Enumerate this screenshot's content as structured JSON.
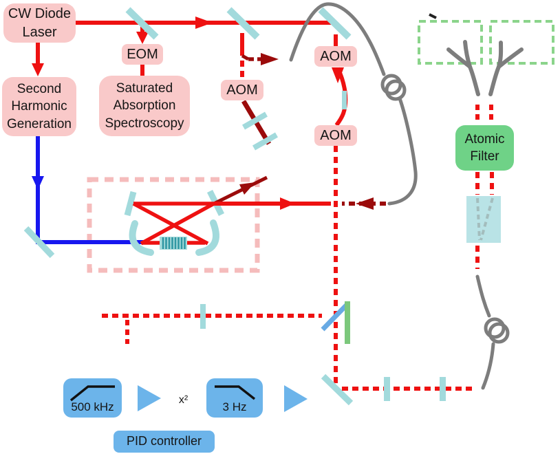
{
  "diagram": "laser-optics-setup",
  "components": {
    "laser": {
      "label": "CW Diode\nLaser"
    },
    "shg": {
      "label": "Second\nHarmonic\nGeneration"
    },
    "eom": {
      "label": "EOM"
    },
    "sas": {
      "label": "Saturated\nAbsorption\nSpectroscopy"
    },
    "aom_left": {
      "label": "AOM"
    },
    "aom_top_right": {
      "label": "AOM"
    },
    "aom_bottom_right": {
      "label": "AOM"
    },
    "atomic_filter": {
      "label": "Atomic\nFilter"
    },
    "highpass_filter": {
      "label": "500 kHz"
    },
    "lowpass_filter": {
      "label": "3 Hz"
    },
    "squarer": {
      "label": "x²"
    },
    "pid": {
      "label": "PID controller"
    }
  },
  "icons": {
    "mirror": "teal diagonal bar",
    "beamsplitter": "teal diagonal bar on through-beam",
    "curved-mirror": "teal concave arc",
    "waveplate": "small teal bar across beam",
    "crystal": "striped teal rectangle",
    "fiber": "gray curve with loop coil",
    "fiber-splitter": "gray Y branch",
    "amplifier": "blue right-pointing triangle",
    "highpass-symbol": "rising-then-flat black polyline",
    "lowpass-symbol": "flat-then-falling black polyline",
    "pickoff": "light-blue diagonal bar",
    "photodetector": "green vertical bar",
    "filter-cube": "light teal square with converging gray dashed beams"
  },
  "colors": {
    "red": "#ee1111",
    "dark_red": "#9b0b0b",
    "pink": "#f9c9c9",
    "pink_dash": "#f5bcbc",
    "teal": "#a2dadc",
    "blue": "#1717ef",
    "gray": "#7d7d7d",
    "green": "#6fd287",
    "green_dash": "#8bd48b",
    "elec_blue": "#6cb4ea",
    "cube_teal": "#b9e3e6",
    "light_blue": "#68aae4",
    "detector_green": "#7cc87c"
  }
}
